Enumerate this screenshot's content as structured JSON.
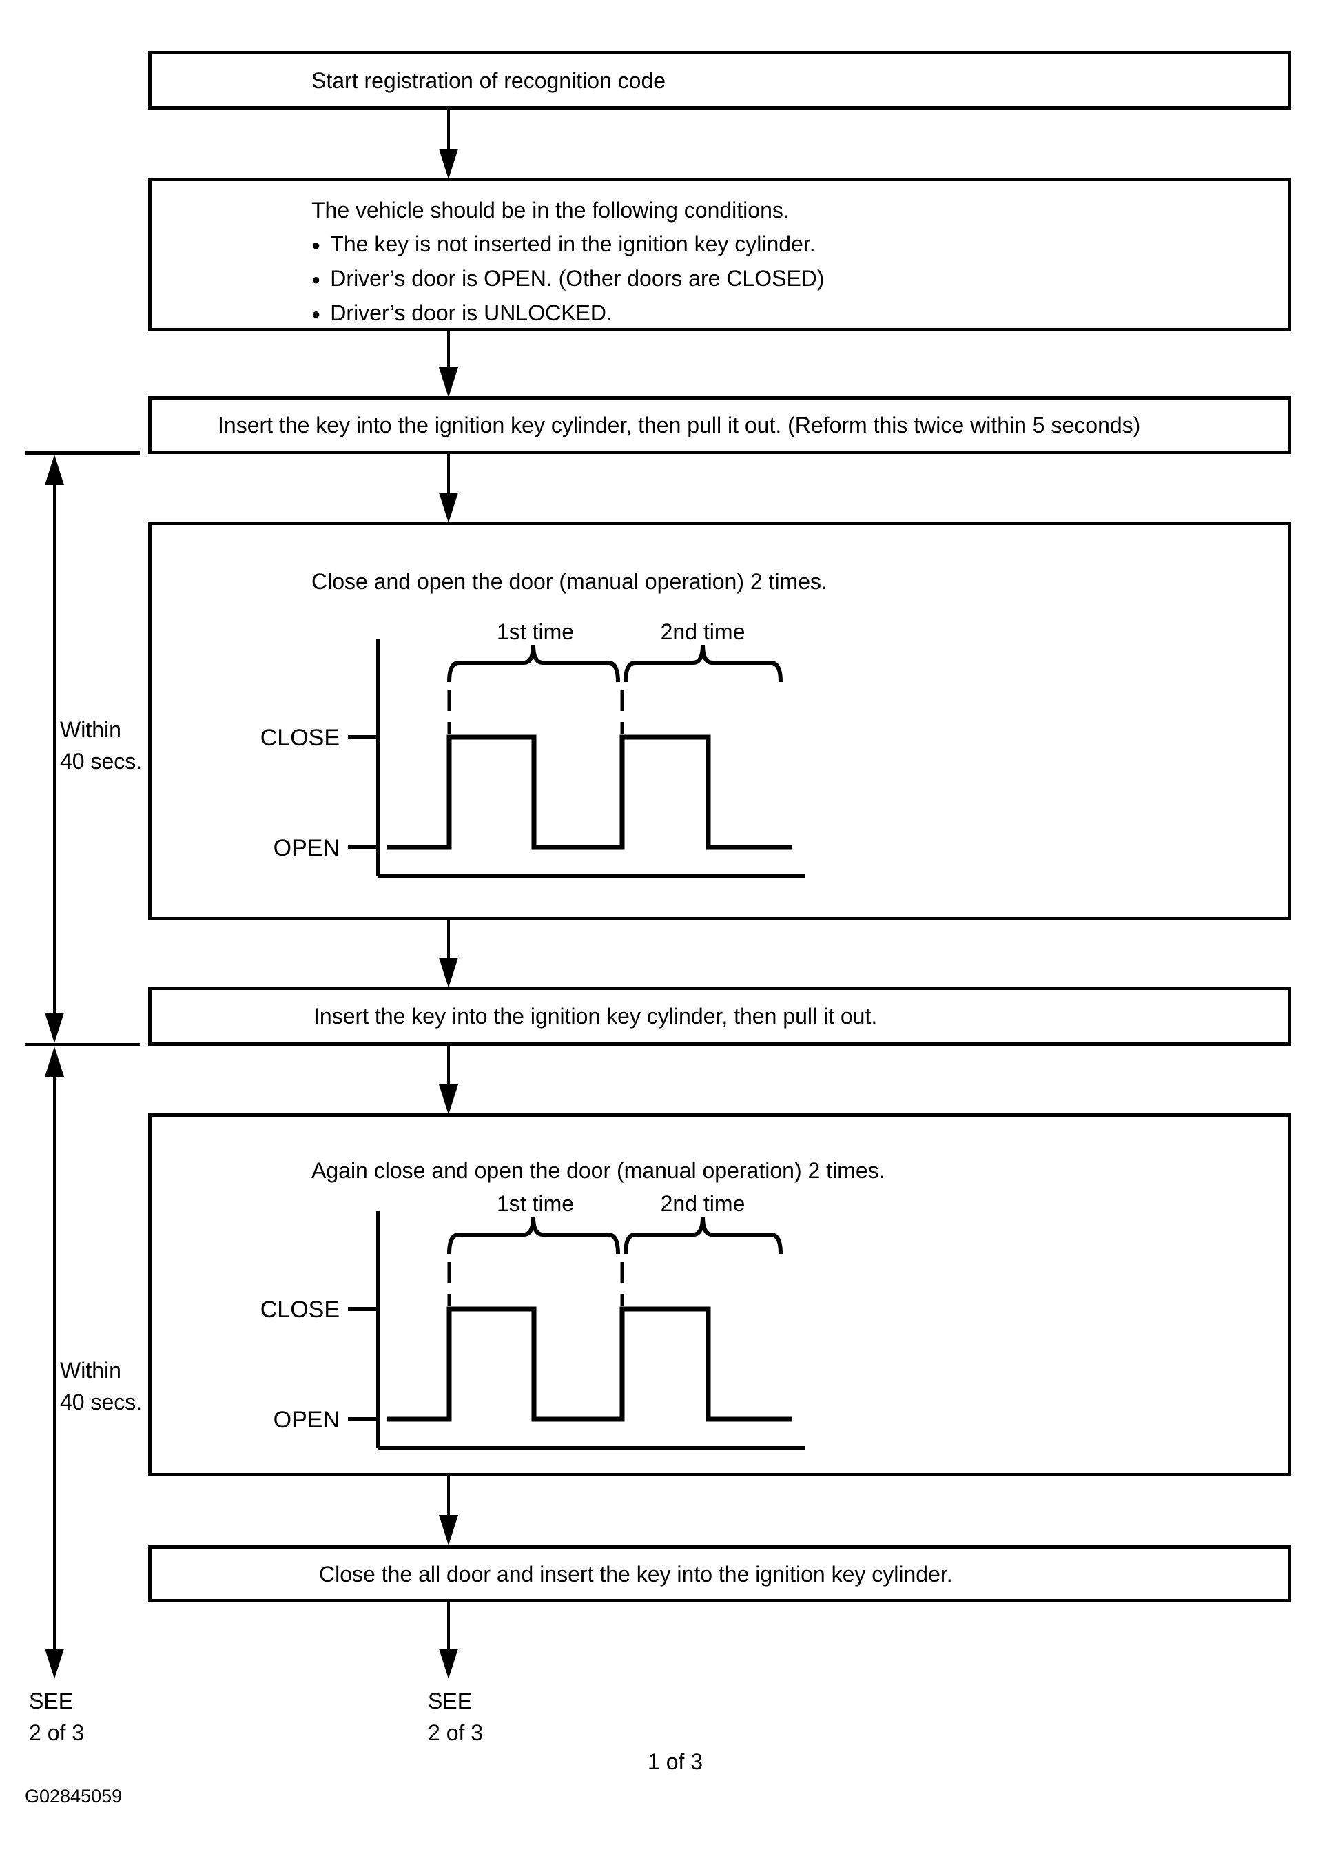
{
  "figure": {
    "page_label": "1 of 3",
    "figure_code": "G02845059"
  },
  "steps": {
    "step1": "Start registration of recognition code",
    "step2_heading": "The vehicle should be in the following conditions.",
    "bullet_char": "●",
    "step2_bullets": [
      "The key is not inserted in the ignition key cylinder.",
      "Driver’s door is OPEN. (Other doors are CLOSED)",
      "Driver’s door is UNLOCKED."
    ],
    "step3": "Insert the key into the ignition key cylinder, then pull it out. (Reform this twice within 5 seconds)",
    "step4_title": "Close and open the door (manual operation) 2 times.",
    "step5": "Insert the key into the ignition key cylinder, then pull it out.",
    "step6_title": "Again close and open the door (manual operation) 2 times.",
    "step7": "Close the all door and insert the key into the ignition key cylinder."
  },
  "waveform": {
    "label_1st": "1st time",
    "label_2nd": "2nd time",
    "level_close": "CLOSE",
    "level_open": "OPEN",
    "pattern": [
      "OPEN",
      "CLOSE",
      "OPEN",
      "CLOSE",
      "OPEN"
    ],
    "description": "Door state vs time: two close/open pulses starting from OPEN"
  },
  "annotations": {
    "within_line1": "Within",
    "within_line2": "40 secs.",
    "see_line1": "SEE",
    "see_line2": "2 of 3"
  }
}
